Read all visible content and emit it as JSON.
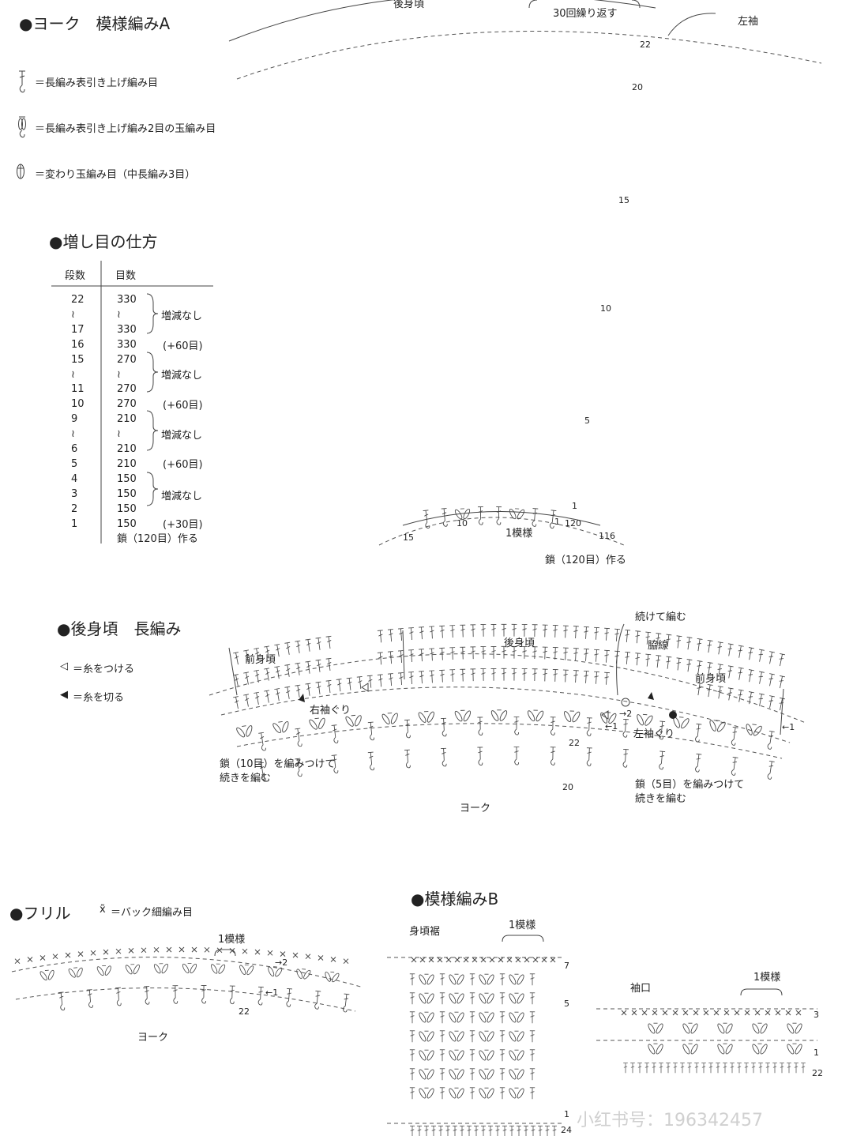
{
  "yoke": {
    "heading": "●ヨーク　模様編みA",
    "legend": [
      {
        "icon": "fp-dc-icon",
        "text": "＝長編み表引き上げ編み目"
      },
      {
        "icon": "fp-dc-2-cluster-icon",
        "text": "＝長編み表引き上げ編み2目の玉編み目"
      },
      {
        "icon": "puff-stitch-icon",
        "text": "＝変わり玉編み目（中長編み3目）"
      }
    ],
    "labels": {
      "back": "後身頃",
      "repeat": "30回繰り返す",
      "sleeve": "左袖",
      "row22": "22",
      "row20": "20",
      "row15": "15",
      "row10": "10",
      "row5": "5",
      "row1": "1",
      "pattern": "1模様",
      "b15": "15",
      "b10": "10",
      "b1": "1",
      "b120": "120",
      "b116": "116",
      "chain": "鎖（120目）作る"
    }
  },
  "increase": {
    "heading": "●増し目の仕方",
    "col_rows": "段数",
    "col_stitches": "目数",
    "rows": [
      {
        "row": "22",
        "st": "330"
      },
      {
        "row": "≀",
        "st": "≀"
      },
      {
        "row": "17",
        "st": "330"
      },
      {
        "row": "16",
        "st": "330"
      },
      {
        "row": "15",
        "st": "270"
      },
      {
        "row": "≀",
        "st": "≀"
      },
      {
        "row": "11",
        "st": "270"
      },
      {
        "row": "10",
        "st": "270"
      },
      {
        "row": "9",
        "st": "210"
      },
      {
        "row": "≀",
        "st": "≀"
      },
      {
        "row": "6",
        "st": "210"
      },
      {
        "row": "5",
        "st": "210"
      },
      {
        "row": "4",
        "st": "150"
      },
      {
        "row": "3",
        "st": "150"
      },
      {
        "row": "2",
        "st": "150"
      },
      {
        "row": "1",
        "st": "150"
      }
    ],
    "notes": {
      "n1": "増減なし",
      "n2": "(+60目)",
      "n3": "増減なし",
      "n4": "(+60目)",
      "n5": "増減なし",
      "n6": "(+60目)",
      "n7": "増減なし",
      "n8": "(+30目)",
      "chain": "鎖（120目）作る"
    }
  },
  "body": {
    "heading": "●後身頃　長編み",
    "legend_attach": "＝糸をつける",
    "legend_cut": "＝糸を切る",
    "labels": {
      "front_left": "前身頃",
      "back": "後身頃",
      "front_right": "前身頃",
      "continue": "続けて編む",
      "side": "脇線",
      "right_arm": "右袖ぐり",
      "left_arm": "左袖ぐり",
      "arrow2": "→2",
      "arrow1a": "←1",
      "arrow1b": "←1",
      "row22": "22",
      "row20": "20",
      "chain10": "鎖（10目）を編みつけて",
      "chain10b": "続きを編む",
      "chain5": "鎖（5目）を編みつけて",
      "chain5b": "続きを編む",
      "yoke": "ヨーク"
    }
  },
  "frill": {
    "heading": "●フリル",
    "legend": "＝バック細編み目",
    "labels": {
      "pattern": "1模様",
      "arrow2": "→2",
      "arrow1": "←1",
      "row22": "22",
      "yoke": "ヨーク"
    }
  },
  "patternB": {
    "heading": "●模様編みB",
    "hem": "身頃裾",
    "pattern1": "1模様",
    "r7": "7",
    "r5": "5",
    "r1": "1",
    "r24": "24",
    "cuff": "袖口",
    "pattern2": "1模様",
    "c3": "3",
    "c1": "1",
    "c22": "22"
  },
  "watermark": "小红书号：196342457"
}
